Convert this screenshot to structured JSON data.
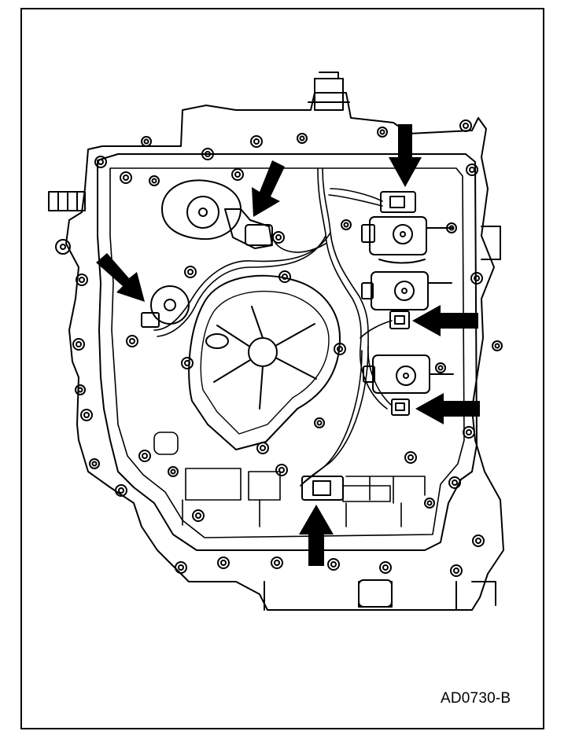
{
  "figure": {
    "code": "AD0730-B",
    "line_color": "#000000",
    "background_color": "#ffffff"
  },
  "callouts": [
    {
      "id": "top-center",
      "direction": "down"
    },
    {
      "id": "top-left",
      "direction": "down-left"
    },
    {
      "id": "left",
      "direction": "down-right"
    },
    {
      "id": "right-upper",
      "direction": "left"
    },
    {
      "id": "right-lower",
      "direction": "left"
    },
    {
      "id": "bottom",
      "direction": "up"
    }
  ]
}
